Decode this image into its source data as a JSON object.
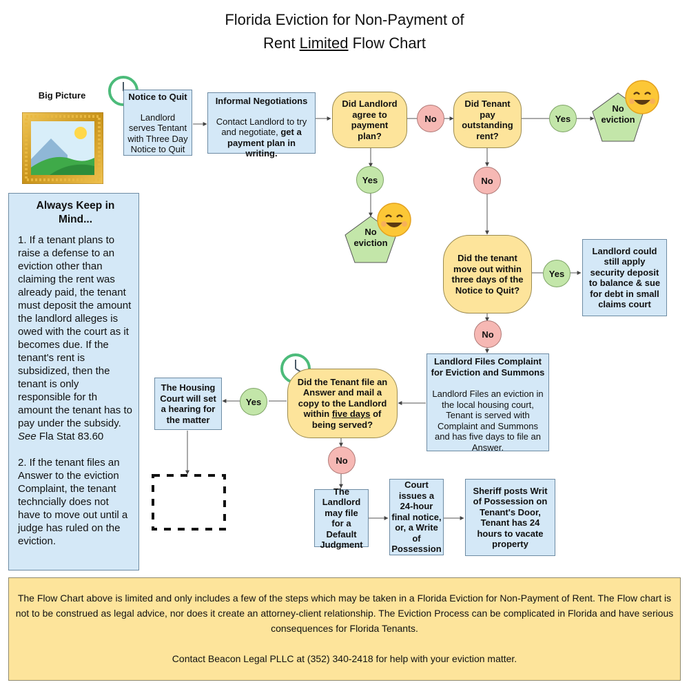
{
  "title": {
    "line1": "Florida Eviction  for  Non-Payment of",
    "line2_pre": "Rent ",
    "line2_underline": "Limited",
    "line2_post": " Flow Chart"
  },
  "big_picture": {
    "label": "Big Picture"
  },
  "notice_to_quit": {
    "title": "Notice to Quit",
    "body": "Landlord serves Tentant with Three Day Notice to Quit"
  },
  "informal_negotiations": {
    "title": "Informal Negotiations",
    "body_pre": "Contact Landlord to try and negotiate, ",
    "body_bold": "get  a payment plan in writing."
  },
  "decisions": {
    "payment_plan": "Did Landlord agree to payment plan?",
    "paid_rent": "Did Tenant pay outstanding rent?",
    "moved_out": "Did the tenant move out within three days of the Notice to Quit?",
    "answer_pre": "Did the Tenant file an Answer and mail a copy to the Landlord within ",
    "answer_underline": "five days",
    "answer_post": " of being served?"
  },
  "labels": {
    "no": "No",
    "yes": "Yes",
    "no_eviction": "No eviction"
  },
  "security_deposit": "Landlord could still apply security deposit to balance & sue for debt in small claims court",
  "complaint": {
    "title": "Landlord Files Complaint for Eviction and Summons",
    "body": "Landlord Files an eviction in the local housing court, Tenant is served with Complaint and Summons and has five days to file an Answer."
  },
  "housing_court": "The Housing Court will set a hearing for the matter",
  "default_judgment": "The Landlord may file for a Default Judgment",
  "court_notice": "Court issues a 24-hour final notice, or, a Write of Possession",
  "sheriff": "Sheriff posts Writ of Possession on Tenant's Door, Tenant has 24 hours to vacate property",
  "always_keep_in_mind": {
    "title": "Always Keep in Mind...",
    "point1_pre": "1. If a tenant plans to raise a defense to an eviction other than claiming the rent was already paid, the tenant must deposit the amount the landlord alleges is owed with the court as it becomes due. If the tenant's rent is subsidized, then the tenant is only responsible for th amount the tenant has to pay under the subsidy. ",
    "point1_italic": "See",
    "point1_post": " Fla Stat 83.60",
    "point2": "2. If the tenant files an Answer to the eviction Complaint, the tenant techncially does not have to move out until a judge has ruled on the eviction."
  },
  "footer": {
    "disclaimer": "The Flow Chart above is limited and only includes a few of the steps which may be taken in a Florida Eviction for Non-Payment of Rent. The Flow chart is not to be construed as legal advice, nor does it create an attorney-client relationship. The Eviction Process can be complicated in Florida and have serious consequences for Florida Tenants.",
    "contact": "Contact Beacon Legal PLLC at (352) 340-2418  for help with your eviction matter."
  },
  "colors": {
    "process": "#d4e8f7",
    "decision": "#fde49b",
    "no": "#f6b8b4",
    "yes": "#c3e6a9",
    "outcome": "#c3e6a9",
    "frame": "#d4a418",
    "clock": "#4cbb7a"
  },
  "icons": [
    "clock-icon",
    "smiley-emoji-icon",
    "picture-frame-icon"
  ]
}
